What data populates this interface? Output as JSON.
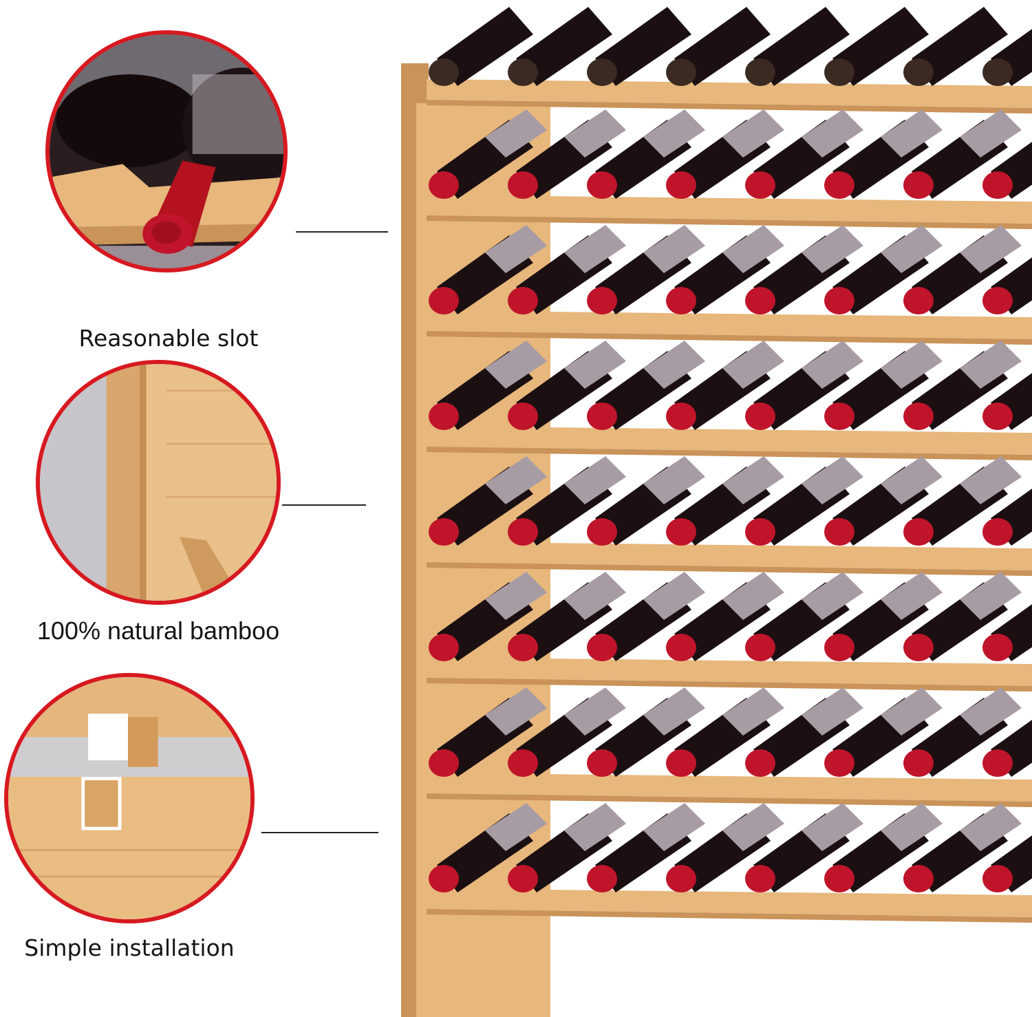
{
  "features": [
    {
      "label": "Reasonable slot",
      "icon": "wine-bottle-slot-closeup"
    },
    {
      "label": "100% natural bamboo",
      "icon": "bamboo-panel-closeup"
    },
    {
      "label": "Simple installation",
      "icon": "bamboo-joint-closeup"
    }
  ],
  "colors": {
    "accent": "#d71920",
    "bamboo": "#e7b77c",
    "bamboo_dark": "#c99359",
    "bottle_cap": "#c0142a",
    "bottle_glass": "#1b0f12",
    "label_paper": "#a89ca4"
  },
  "rack": {
    "shelf_count": 8,
    "bottles_per_shelf_visible": 8
  }
}
